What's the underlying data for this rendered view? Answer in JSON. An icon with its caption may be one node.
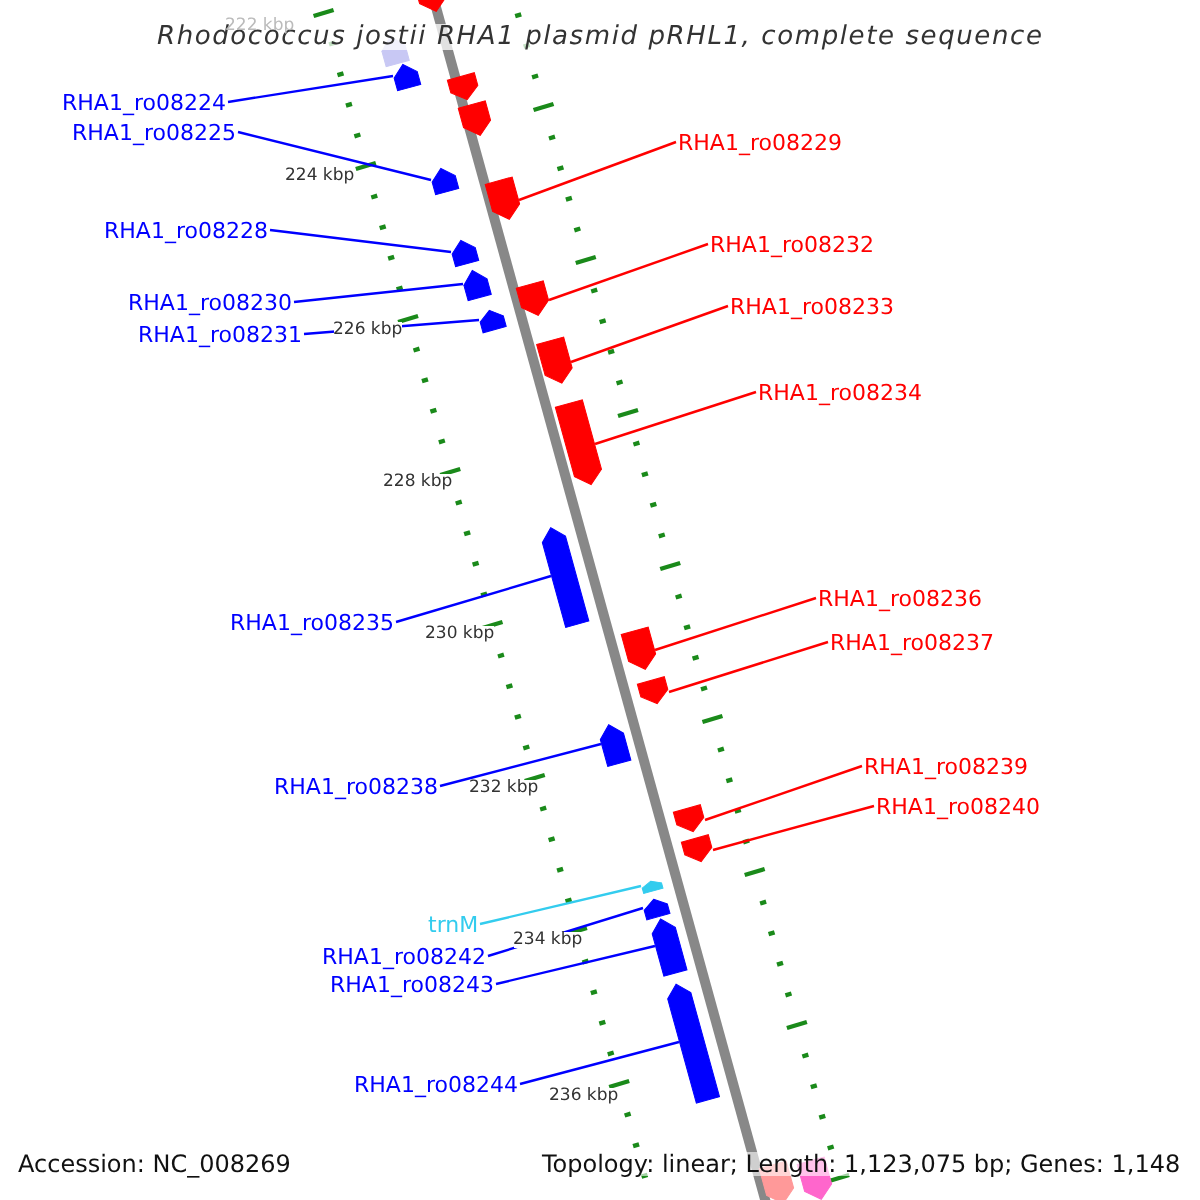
{
  "diagram": {
    "title": "Rhodococcus jostii RHA1 plasmid pRHL1, complete sequence",
    "nodes": [
      {
        "text": [
          "RHA1_ro08224"
        ]
      },
      {
        "text": [],
        "shape": "arrow"
      },
      {
        "text": [
          "RHA1_ro08225"
        ]
      },
      {
        "text": [],
        "shape": "arrow"
      },
      {
        "text": [
          "RHA1_ro08229"
        ]
      },
      {
        "text": [],
        "shape": "arrow"
      },
      {
        "text": [
          "RHA1_ro08228"
        ]
      },
      {
        "text": [],
        "shape": "arrow"
      },
      {
        "text": [
          "RHA1_ro08232"
        ]
      },
      {
        "text": [],
        "shape": "arrow"
      },
      {
        "text": [
          "RHA1_ro08230"
        ]
      },
      {
        "text": [],
        "shape": "arrow"
      },
      {
        "text": [
          "RHA1_ro08233"
        ]
      },
      {
        "text": [],
        "shape": "arrow"
      },
      {
        "text": [
          "RHA1_ro08231"
        ]
      },
      {
        "text": [],
        "shape": "arrow"
      },
      {
        "text": [
          "RHA1_ro08234"
        ]
      },
      {
        "text": [],
        "shape": "arrow"
      },
      {
        "text": [
          "RHA1_ro08236"
        ]
      },
      {
        "text": [],
        "shape": "arrow"
      },
      {
        "text": [
          "RHA1_ro08235"
        ]
      },
      {
        "text": [],
        "shape": "arrow"
      },
      {
        "text": [
          "RHA1_ro08237"
        ]
      },
      {
        "text": [],
        "shape": "arrow"
      },
      {
        "text": [
          "RHA1_ro08239"
        ]
      },
      {
        "text": [],
        "shape": "arrow"
      },
      {
        "text": [
          "RHA1_ro08238"
        ]
      },
      {
        "text": [],
        "shape": "arrow"
      },
      {
        "text": [
          "RHA1_ro08240"
        ]
      },
      {
        "text": [],
        "shape": "arrow"
      },
      {
        "text": [
          "trnM"
        ]
      },
      {
        "text": [],
        "shape": "arrow"
      },
      {
        "text": [
          "RHA1_ro08242"
        ]
      },
      {
        "text": [],
        "shape": "arrow"
      },
      {
        "text": [
          "RHA1_ro08243"
        ]
      },
      {
        "text": [],
        "shape": "arrow"
      },
      {
        "text": [
          "RHA1_ro08244"
        ]
      },
      {
        "text": [],
        "shape": "arrow"
      },
      {
        "text": [],
        "shape": "arrow"
      },
      {
        "text": [],
        "shape": "arrow"
      },
      {
        "text": [],
        "shape": "arrow"
      },
      {
        "text": [],
        "shape": "arrow"
      },
      {
        "text": [],
        "shape": "arrow"
      },
      {
        "text": [],
        "shape": "arrow"
      }
    ],
    "edges": [
      {
        "from": 0,
        "to": 1,
        "arrow": "none"
      },
      {
        "from": 2,
        "to": 3,
        "arrow": "none"
      },
      {
        "from": 4,
        "to": 5,
        "arrow": "none",
        "color": "#ff0000"
      },
      {
        "from": 6,
        "to": 7,
        "arrow": "none"
      },
      {
        "from": 8,
        "to": 9,
        "arrow": "none",
        "color": "#ff0000"
      },
      {
        "from": 10,
        "to": 11,
        "arrow": "none"
      },
      {
        "from": 12,
        "to": 13,
        "arrow": "none",
        "color": "#ff0000"
      },
      {
        "from": 14,
        "to": 15,
        "arrow": "none"
      },
      {
        "from": 16,
        "to": 17,
        "arrow": "none",
        "color": "#ff0000"
      },
      {
        "from": 18,
        "to": 19,
        "arrow": "none",
        "color": "#ff0000"
      },
      {
        "from": 20,
        "to": 21,
        "arrow": "none"
      },
      {
        "from": 22,
        "to": 23,
        "arrow": "none",
        "color": "#ff0000"
      },
      {
        "from": 24,
        "to": 25,
        "arrow": "none",
        "color": "#ff0000"
      },
      {
        "from": 26,
        "to": 27,
        "arrow": "none"
      },
      {
        "from": 28,
        "to": 29,
        "arrow": "none",
        "color": "#ff0000"
      },
      {
        "from": 30,
        "to": 31,
        "arrow": "none",
        "color": "#33ccee"
      },
      {
        "from": 32,
        "to": 33,
        "arrow": "none"
      },
      {
        "from": 34,
        "to": 35,
        "arrow": "none"
      },
      {
        "from": 36,
        "to": 37,
        "arrow": "none"
      }
    ],
    "labels": [
      "222 kbp",
      "224 kbp",
      "226 kbp",
      "228 kbp",
      "230 kbp",
      "232 kbp",
      "234 kbp",
      "236 kbp",
      "Accession: NC_008269",
      "Topology: linear; Length: 1,123,075 bp; Genes: 1,148"
    ]
  }
}
